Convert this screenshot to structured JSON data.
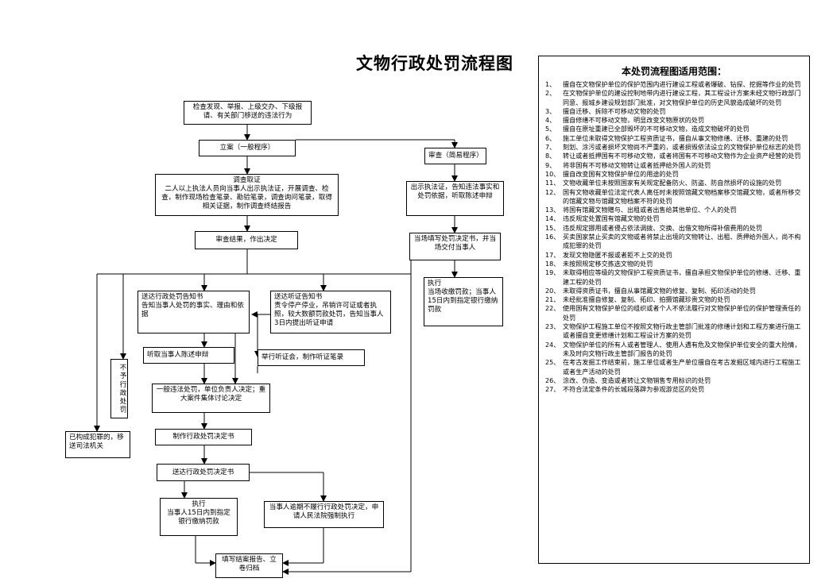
{
  "title": "文物行政处罚流程图",
  "nodes": {
    "discover": "检查发现、举报、上级交办、下级报请、有关部门移送的违法行为",
    "file_case": "立案（一般程序）",
    "investigate": "调查取证\n二人以上执法人员向当事人出示执法证，开展调查、检查，制作现场检查笔录、勘验笔录，调查询问笔录，取得相关证据，制作调查终结报告",
    "review": "审查结果，作出决定",
    "notice_penalty": "送达行政处罚告知书\n告知当事人处罚的事实、理由和依据",
    "notice_hearing": "送达听证告知书\n责令停产停业，吊销许可证或者执照，较大数额罚款处罚，告知当事人3日内提出听证申请",
    "hear_statement": "听取当事人陈述申辩",
    "hold_hearing": "举行听证会，制作听证笔录",
    "decision": "一般违法处罚，单位负责人决定；重大案件集体讨论决定",
    "no_penalty": "不予行政处罚",
    "criminal": "已构成犯罪的，移送司法机关",
    "make_decision": "制作行政处罚决定书",
    "deliver_decision": "送达行政处罚决定书",
    "execute_general": "执行\n当事人15日内到指定银行缴纳罚款",
    "overdue": "当事人逾期不履行行政处罚决定，申请人民法院强制执行",
    "close_case": "填写结案报告、立卷归档",
    "simple_case": "审查（简易程序）",
    "show_id": "出示执法证，告知违法事实和处罚依据，听取陈述申辩",
    "onsite_decision": "当场填写处罚决定书，并当场交付当事人",
    "execute_simple": "执行\n当场收缴罚款；当事人15日内到指定银行缴纳罚款"
  },
  "scope": {
    "title": "本处罚流程图适用范围：",
    "items": [
      {
        "n": "1、",
        "t": "擅自在文物保护单位的保护范围内进行建设工程或者爆破、钻探、挖掘等作业的处罚"
      },
      {
        "n": "2、",
        "t": "在文物保护单位的建设控制地带内进行建设工程，其工程设计方案未经文物行政部门同意、报城乡建设规划部门批准，对文物保护单位的历史风貌造成破坏的处罚"
      },
      {
        "n": "3、",
        "t": "擅自迁移、拆除不可移动文物的处罚"
      },
      {
        "n": "4、",
        "t": "擅自修缮不可移动文物，明显改变文物原状的处罚"
      },
      {
        "n": "5、",
        "t": "擅自在原址重建已全部毁坏的不可移动文物，造成文物破坏的处罚"
      },
      {
        "n": "6、",
        "t": "施工单位未取得文物保护工程资质证书，擅自从事文物修缮、迁移、重建的处罚"
      },
      {
        "n": "7、",
        "t": "刻划、涂污或者损坏文物尚不严重的，或者损毁依法设立的文物保护单位标志的处罚"
      },
      {
        "n": "8、",
        "t": "转让或者抵押国有不可移动文物，或者将国有不可移动文物作为企业资产经营的处罚"
      },
      {
        "n": "9、",
        "t": "将非国有不可移动文物转让或者抵押给外国人的处罚"
      },
      {
        "n": "10、",
        "t": "擅自改变国有文物保护单位的用途的处罚"
      },
      {
        "n": "11、",
        "t": "文物收藏单位未按照国家有关规定配备防火、防盗、防自然损坏的设施的处罚"
      },
      {
        "n": "12、",
        "t": "国有文物收藏单位法定代表人离任时未按照馆藏文物档案移交馆藏文物，或者所移交的馆藏文物与馆藏文物档案不符的处罚"
      },
      {
        "n": "13、",
        "t": "将国有馆藏文物赠与、出租或者出售给其他单位、个人的处罚"
      },
      {
        "n": "14、",
        "t": "违反规定处置国有馆藏文物的处罚"
      },
      {
        "n": "15、",
        "t": "违反规定挪用或者侵占依法调拨、交换、出借文物所得补偿费用的处罚"
      },
      {
        "n": "16、",
        "t": "买卖国家禁止买卖的文物或者将禁止出境的文物转让、出租、质押给外国人，尚不构成犯罪的处罚"
      },
      {
        "n": "17、",
        "t": "发现文物隐匿不报或者拒不上交的处罚"
      },
      {
        "n": "18、",
        "t": "未按照规定移交拣选文物的处罚"
      },
      {
        "n": "19、",
        "t": "未取得相应等级的文物保护工程资质证书，擅自承担文物保护单位的修缮、迁移、重建工程的处罚"
      },
      {
        "n": "20、",
        "t": "未取得资质证书，擅自从事馆藏文物的修复、复制、拓印活动的处罚"
      },
      {
        "n": "21、",
        "t": "未经批准擅自修复、复制、拓印、拍摄馆藏珍贵文物的处罚"
      },
      {
        "n": "22、",
        "t": "使用国有文物保护单位的组织或者个人不依法履行对文物保护单位的保护管理责任的处罚"
      },
      {
        "n": "23、",
        "t": "文物保护工程施工单位不按照文物行政主管部门批准的修缮计划和工程方案进行施工或者擅自变更修缮计划和工程设计方案的处罚"
      },
      {
        "n": "24、",
        "t": "文物保护单位的所有人或者管理人、使用人遇有危及文物保护单位安全的重大险情，未及时向文物行政主管部门报告的处罚"
      },
      {
        "n": "25、",
        "t": "在考古发掘工作结束前，施工单位或者生产单位擅自在考古发掘区域内进行工程施工或者生产活动的处罚"
      },
      {
        "n": "26、",
        "t": "涂改、伪造、变造或者转让文物销售专用标识的处罚"
      },
      {
        "n": "27、",
        "t": "不符合法定条件的长城段落辟为参观游览区的处罚"
      }
    ]
  }
}
